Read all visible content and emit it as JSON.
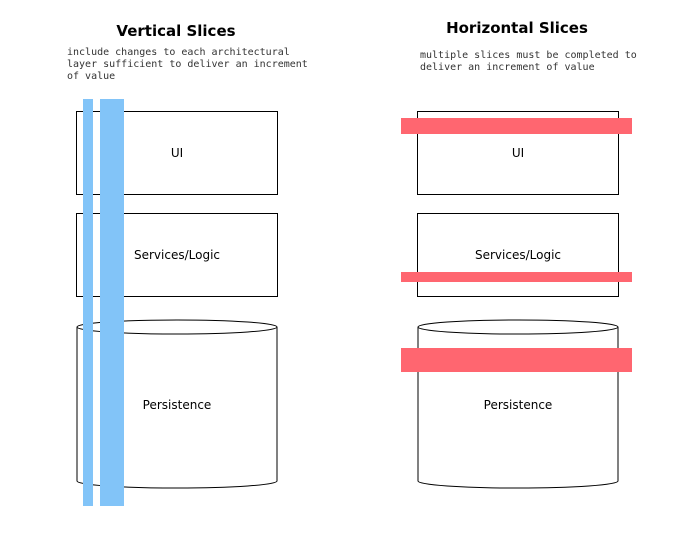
{
  "vertical": {
    "title": "Vertical Slices",
    "note_lines": [
      "include changes to each architectural",
      "layer sufficient to deliver an increment",
      "of value"
    ],
    "layers": {
      "ui": "UI",
      "services": "Services/Logic",
      "persistence": "Persistence"
    }
  },
  "horizontal": {
    "title": "Horizontal Slices",
    "note_lines": [
      "multiple slices must be completed to",
      "deliver an increment of value"
    ],
    "layers": {
      "ui": "UI",
      "services": "Services/Logic",
      "persistence": "Persistence"
    }
  },
  "colors": {
    "vertical_slice": "#82c4f8",
    "horizontal_slice": "#ff6670"
  }
}
